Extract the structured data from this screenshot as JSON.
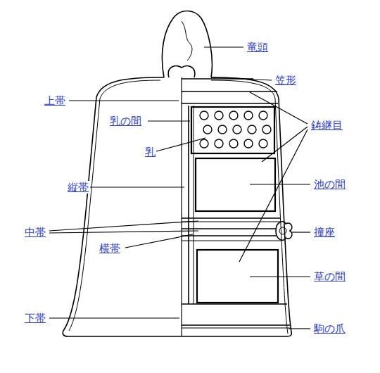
{
  "diagram": {
    "labels": [
      "竜頭",
      "笠形",
      "上帯",
      "乳の間",
      "鋳継目",
      "乳",
      "縦帯",
      "池の間",
      "中帯",
      "撞座",
      "横帯",
      "草の間",
      "下帯",
      "駒の爪"
    ]
  }
}
